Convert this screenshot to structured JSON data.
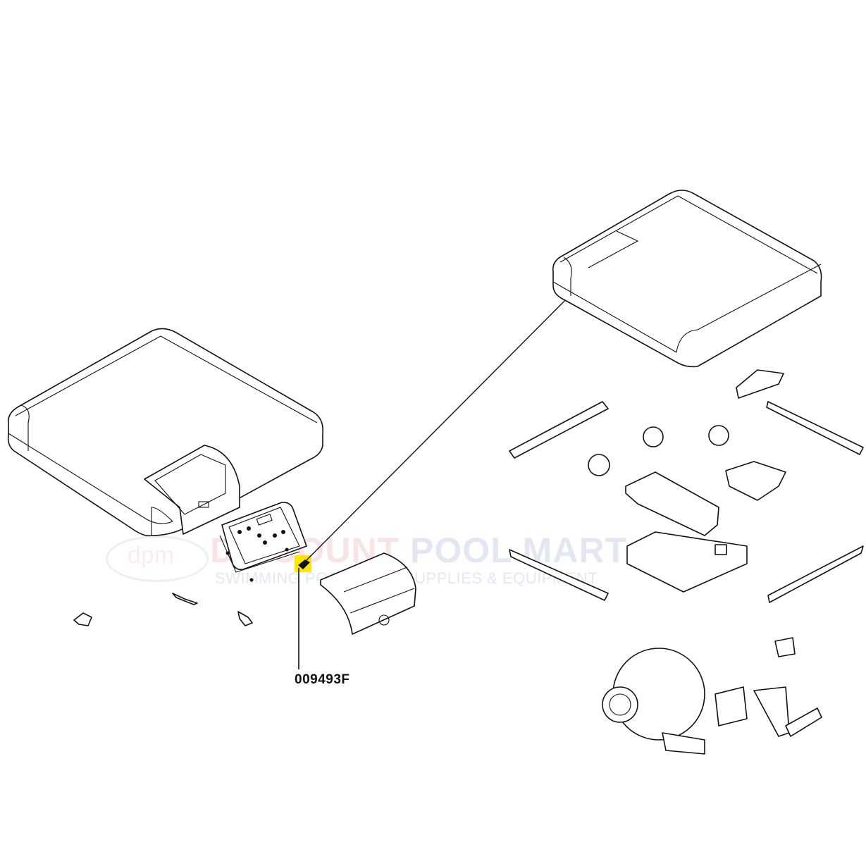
{
  "diagram": {
    "part_callout": {
      "part_number": "009493F",
      "highlight_color": "#FFE600"
    },
    "watermark": {
      "brand_part1": "DISCOUNT",
      "brand_part2": "POOL MART",
      "tagline": "SWIMMING POOL & SPA SUPPLIES & EQUIPMENT",
      "logo_text": "dpm"
    }
  }
}
